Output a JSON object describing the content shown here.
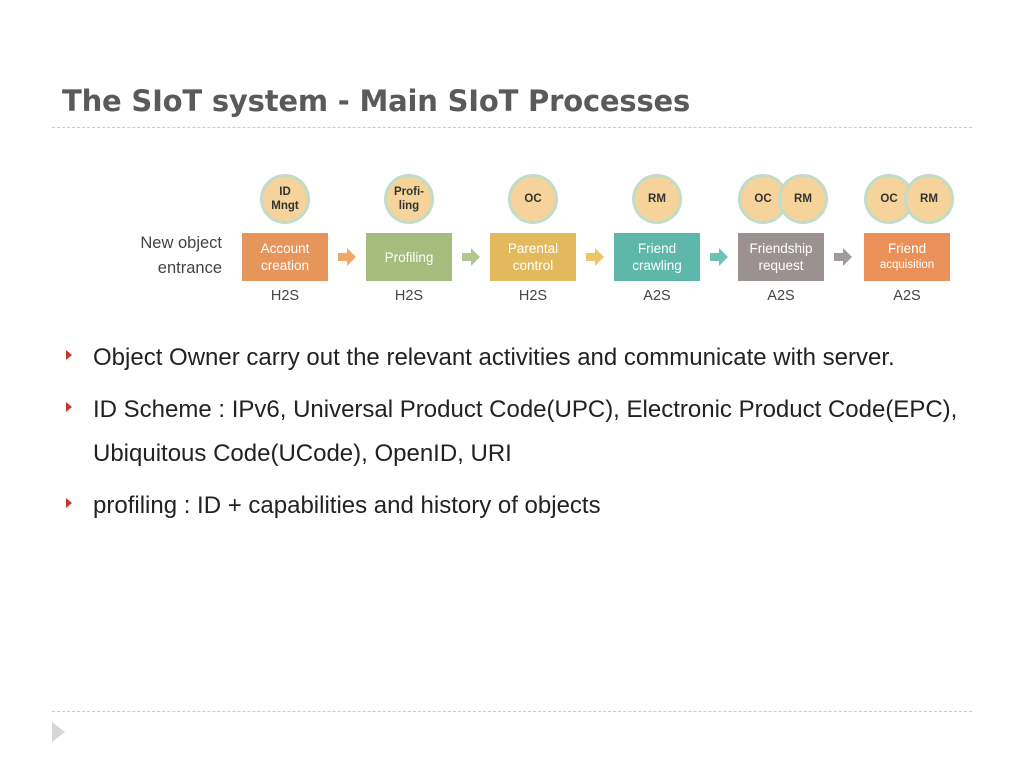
{
  "slide": {
    "title": "The SIoT system - Main SIoT Processes"
  },
  "diagram": {
    "entrance_label": [
      "New object",
      "entrance"
    ],
    "steps": [
      {
        "box_lines": [
          "Account",
          "creation"
        ],
        "box_color": "#e6955b",
        "circles": [
          [
            "ID",
            "Mngt"
          ]
        ],
        "mode": "H2S"
      },
      {
        "box_lines": [
          "Profiling"
        ],
        "box_color": "#a4bd7d",
        "circles": [
          [
            "Profi-",
            "ling"
          ]
        ],
        "mode": "H2S"
      },
      {
        "box_lines": [
          "Parental",
          "control"
        ],
        "box_color": "#e2b95c",
        "circles": [
          [
            "OC"
          ]
        ],
        "mode": "H2S"
      },
      {
        "box_lines": [
          "Friend",
          "crawling"
        ],
        "box_color": "#5eb8a9",
        "circles": [
          [
            "RM"
          ]
        ],
        "mode": "A2S"
      },
      {
        "box_lines": [
          "Friendship",
          "request"
        ],
        "box_color": "#9a9190",
        "circles": [
          [
            "OC"
          ],
          [
            "RM"
          ]
        ],
        "mode": "A2S"
      },
      {
        "box_lines": [
          "Friend",
          "acquisition"
        ],
        "box_color": "#e99158",
        "small_second_line": true,
        "circles": [
          [
            "OC"
          ],
          [
            "RM"
          ]
        ],
        "mode": "A2S"
      }
    ],
    "arrow_colors": [
      "#f0a868",
      "#b2c78e",
      "#edc56a",
      "#6cc2b4",
      "#a39b9a"
    ]
  },
  "bullets": [
    {
      "text": "Object Owner carry out the relevant activities and communicate with server."
    },
    {
      "text": "ID Scheme : IPv6, Universal Product Code(UPC), Electronic Product Code(EPC), Ubiquitous Code(UCode), OpenID, URI"
    },
    {
      "text": "profiling : ID + capabilities and history of objects"
    }
  ],
  "colors": {
    "title": "#5a5a5a",
    "bullet_marker": "#c0392b",
    "rule": "#f2b8c6"
  }
}
